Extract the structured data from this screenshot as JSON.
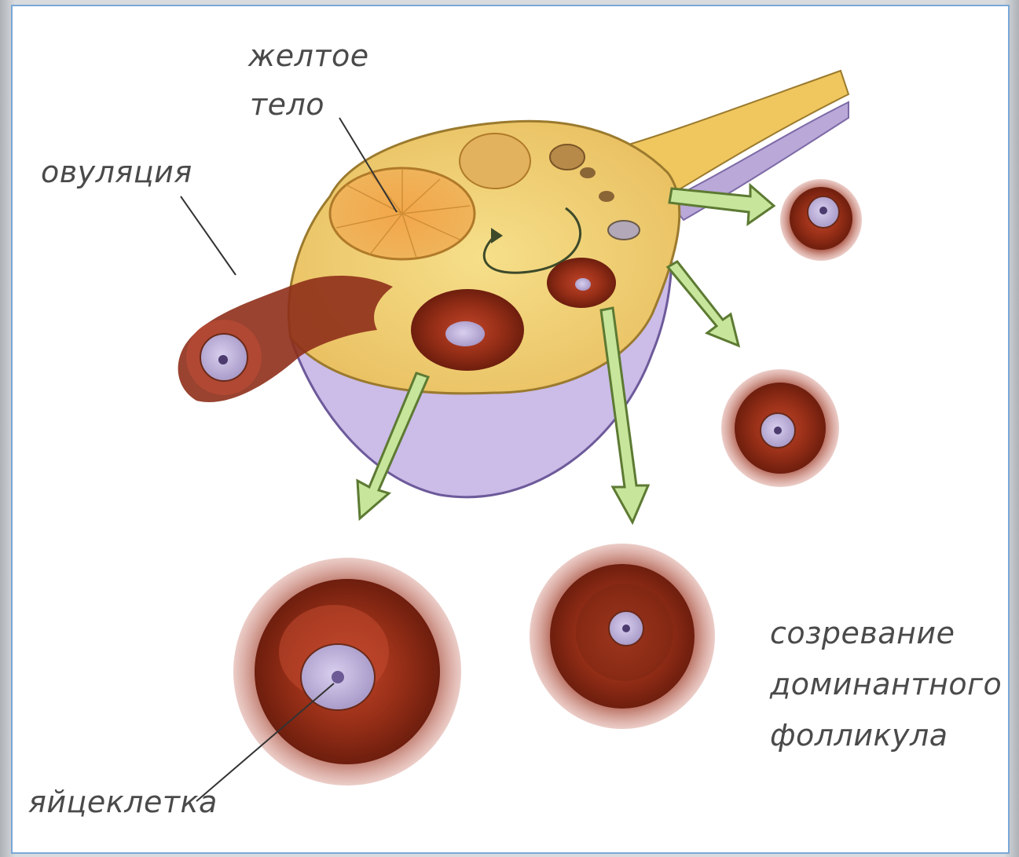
{
  "labels": {
    "corpus_luteum_line1": "желтое",
    "corpus_luteum_line2": "тело",
    "ovulation": "овуляция",
    "egg_cell": "яйцеклетка",
    "maturation_line1": "созревание",
    "maturation_line2": "доминантного",
    "maturation_line3": "фолликула"
  },
  "colors": {
    "frame_border": "#7aa7d6",
    "ovary_body": "#f2d77a",
    "ovary_base": "#c9b8e6",
    "follicle_outer": "#8a2a14",
    "follicle_inner": "#a8381c",
    "oocyte": "#bfb3da",
    "arrow": "#b9d98a",
    "text": "#4a4a4a"
  }
}
